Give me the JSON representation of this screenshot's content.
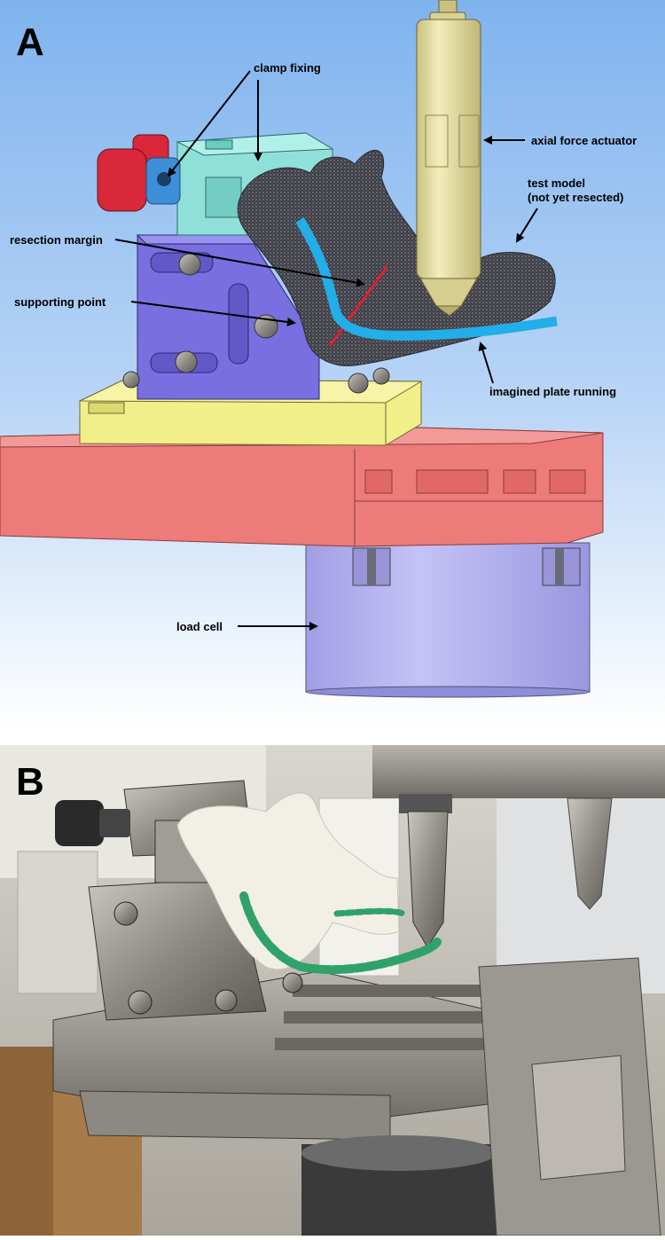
{
  "panels": [
    {
      "letter": "A"
    },
    {
      "letter": "B"
    }
  ],
  "labels": {
    "clamp_fixing": "clamp fixing",
    "axial_force_actuator": "axial force actuator",
    "test_model_line1": "test model",
    "test_model_line2": "(not yet resected)",
    "resection_margin": "resection margin",
    "supporting_point": "supporting point",
    "imagined_plate_running": "imagined plate running",
    "load_cell": "load cell"
  },
  "colors": {
    "sky_top": "#7fb3ee",
    "sky_bottom": "#ffffff",
    "actuator": "#e6dfa2",
    "clamp_body": "#8fe0d8",
    "clamp_knob_red": "#d8283a",
    "clamp_knob_blue": "#3d8fd8",
    "support_block": "#7a6fe0",
    "base_plate": "#f2ef8a",
    "table": "#ec7b7a",
    "load_cell": "#b8b5f0",
    "plate_line": "#22aee8",
    "margin_line": "#e0202a",
    "mandible": "#4a4a52"
  }
}
